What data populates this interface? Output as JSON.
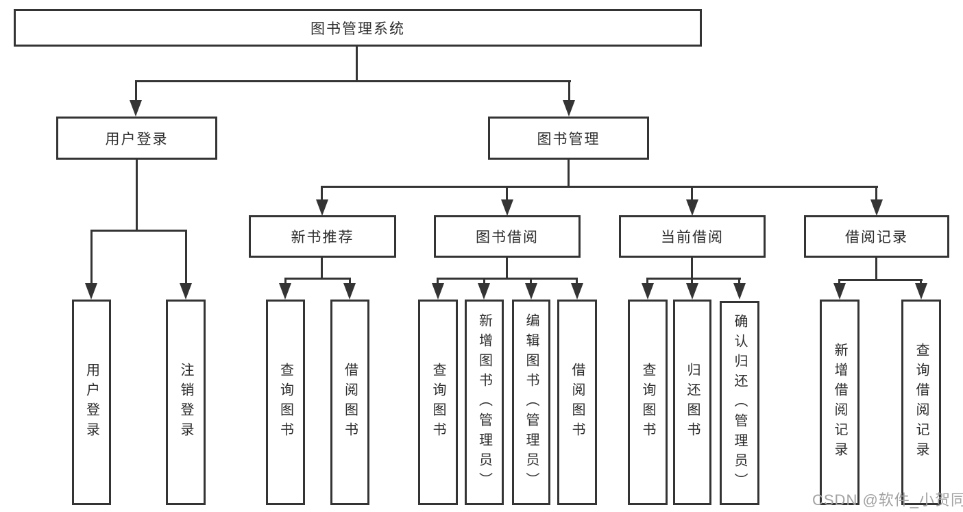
{
  "diagram": {
    "root": {
      "label": "图书管理系统"
    },
    "branches": [
      {
        "label": "用户登录",
        "children": [
          {
            "label": "用户登录"
          },
          {
            "label": "注销登录"
          }
        ]
      },
      {
        "label": "图书管理",
        "children": [
          {
            "label": "新书推荐",
            "children": [
              {
                "label": "查询图书"
              },
              {
                "label": "借阅图书"
              }
            ]
          },
          {
            "label": "图书借阅",
            "children": [
              {
                "label": "查询图书"
              },
              {
                "label": "新增图书（管理员）"
              },
              {
                "label": "编辑图书（管理员）"
              },
              {
                "label": "借阅图书"
              }
            ]
          },
          {
            "label": "当前借阅",
            "children": [
              {
                "label": "查询图书"
              },
              {
                "label": "归还图书"
              },
              {
                "label": "确认归还（管理员）"
              }
            ]
          },
          {
            "label": "借阅记录",
            "children": [
              {
                "label": "新增借阅记录"
              },
              {
                "label": "查询借阅记录"
              }
            ]
          }
        ]
      }
    ],
    "watermark": "CSDN @软件_小贺同学",
    "colors": {
      "line": "#343434",
      "text": "#2d2d2d",
      "box_background": "#ffffff",
      "watermark": "#a2a2a2",
      "background": "#ffffff"
    }
  }
}
